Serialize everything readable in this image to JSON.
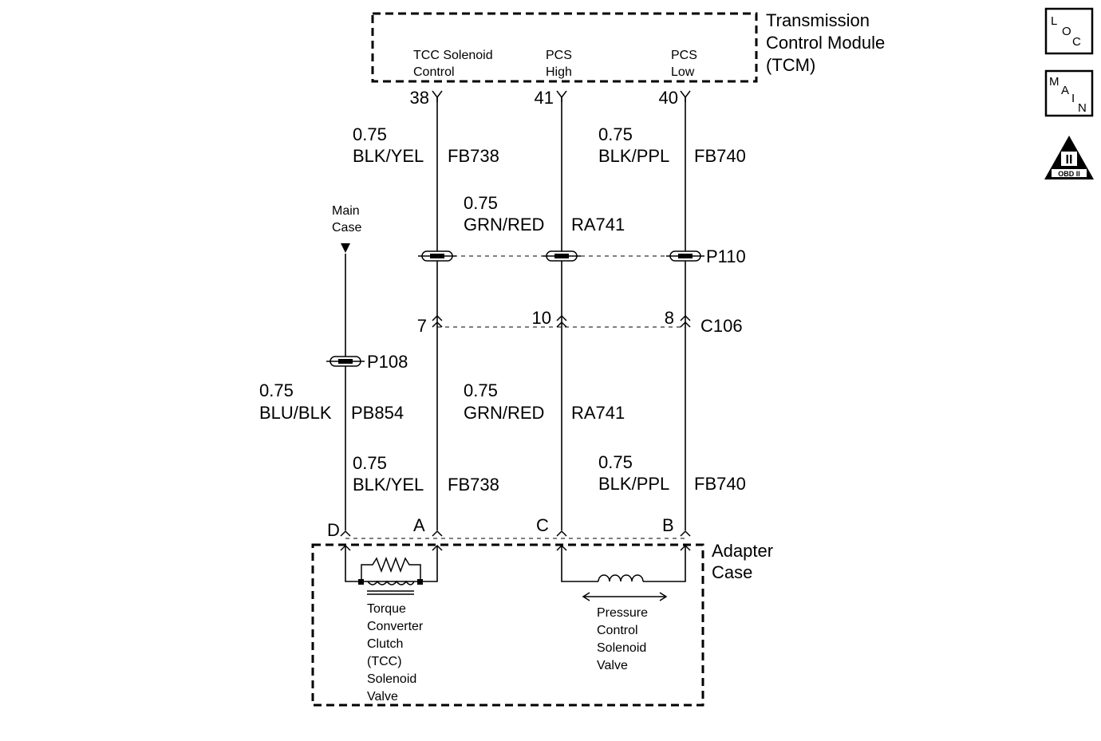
{
  "tcm": {
    "title_lines": [
      "Transmission",
      "Control Module",
      "(TCM)"
    ],
    "pins": [
      {
        "label_lines": [
          "TCC Solenoid",
          "Control"
        ],
        "number": "38"
      },
      {
        "label_lines": [
          "PCS",
          "High"
        ],
        "number": "41"
      },
      {
        "label_lines": [
          "PCS",
          "Low"
        ],
        "number": "40"
      }
    ]
  },
  "wires_upper": [
    {
      "size": "0.75",
      "color": "BLK/YEL",
      "circuit": "FB738"
    },
    {
      "size": "0.75",
      "color": "GRN/RED",
      "circuit": "RA741"
    },
    {
      "size": "0.75",
      "color": "BLK/PPL",
      "circuit": "FB740"
    }
  ],
  "splice_p110": "P110",
  "connector_c106": {
    "name": "C106",
    "pins": [
      "7",
      "10",
      "8"
    ]
  },
  "ground": {
    "label_lines": [
      "Main",
      "Case"
    ]
  },
  "splice_p108": "P108",
  "wires_lower": [
    {
      "size": "0.75",
      "color": "BLU/BLK",
      "circuit": "PB854"
    },
    {
      "size": "0.75",
      "color": "BLK/YEL",
      "circuit": "FB738"
    },
    {
      "size": "0.75",
      "color": "GRN/RED",
      "circuit": "RA741"
    },
    {
      "size": "0.75",
      "color": "BLK/PPL",
      "circuit": "FB740"
    }
  ],
  "adapter": {
    "title_lines": [
      "Adapter",
      "Case"
    ],
    "pins": [
      "D",
      "A",
      "C",
      "B"
    ],
    "tcc_label_lines": [
      "Torque",
      "Converter",
      "Clutch",
      "(TCC)",
      "Solenoid",
      "Valve"
    ],
    "pcs_label_lines": [
      "Pressure",
      "Control",
      "Solenoid",
      "Valve"
    ]
  },
  "icons": [
    {
      "name": "loc-icon",
      "letters": [
        "L",
        "O",
        "C"
      ]
    },
    {
      "name": "main-icon",
      "letters": [
        "M",
        "A",
        "I",
        "N"
      ]
    },
    {
      "name": "obd2-icon",
      "letters": [
        "II",
        "OBD II"
      ]
    }
  ]
}
